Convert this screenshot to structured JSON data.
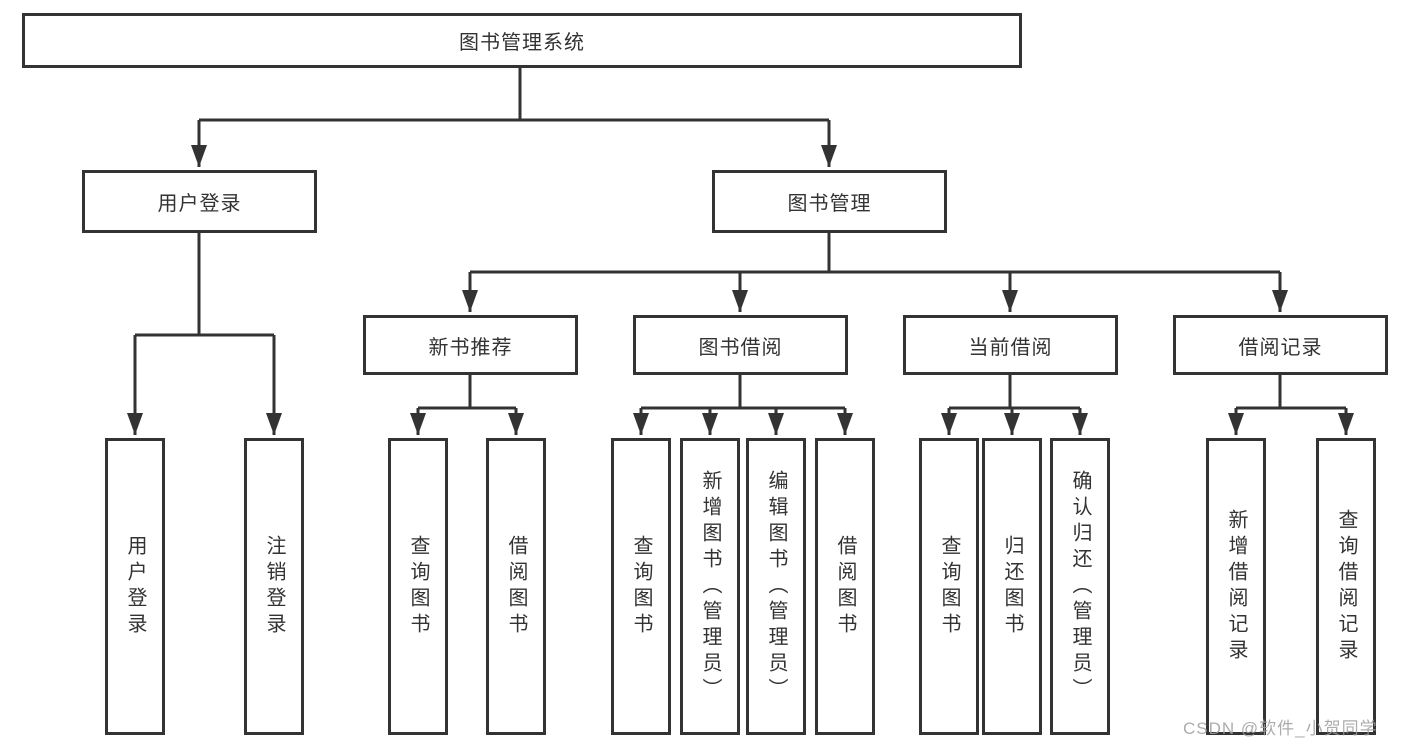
{
  "diagram": {
    "root": {
      "label": "图书管理系统"
    },
    "branches": [
      {
        "label": "用户登录",
        "children": [
          {
            "label": "用户登录"
          },
          {
            "label": "注销登录"
          }
        ]
      },
      {
        "label": "图书管理",
        "sections": [
          {
            "label": "新书推荐",
            "children": [
              {
                "label": "查询图书"
              },
              {
                "label": "借阅图书"
              }
            ]
          },
          {
            "label": "图书借阅",
            "children": [
              {
                "label": "查询图书"
              },
              {
                "label": "新增图书（管理员）"
              },
              {
                "label": "编辑图书（管理员）"
              },
              {
                "label": "借阅图书"
              }
            ]
          },
          {
            "label": "当前借阅",
            "children": [
              {
                "label": "查询图书"
              },
              {
                "label": "归还图书"
              },
              {
                "label": "确认归还（管理员）"
              }
            ]
          },
          {
            "label": "借阅记录",
            "children": [
              {
                "label": "新增借阅记录"
              },
              {
                "label": "查询借阅记录"
              }
            ]
          }
        ]
      }
    ]
  },
  "watermark": {
    "text": "CSDN @软件_小贺同学"
  },
  "colors": {
    "line": "#333333",
    "box_border": "#333333",
    "text": "#333333",
    "watermark": "#9e9e9e",
    "background": "#ffffff"
  }
}
